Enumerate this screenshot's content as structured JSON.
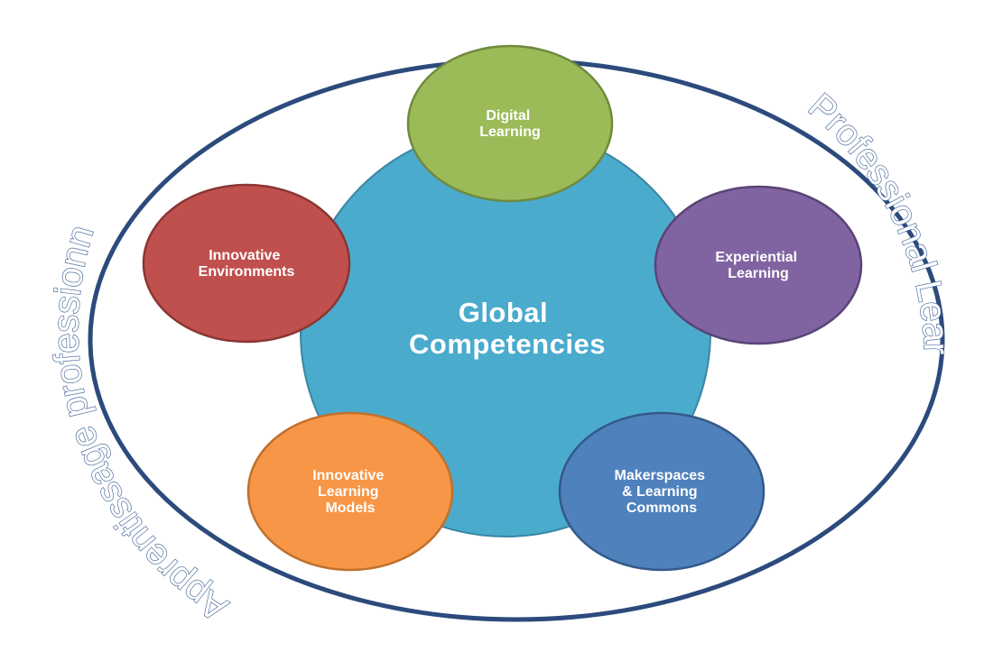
{
  "center": {
    "lines": [
      "Global",
      "Competencies"
    ],
    "color": "#4aabcd"
  },
  "satellites": [
    {
      "id": "digital-learning",
      "lines": [
        "Digital",
        "Learning"
      ],
      "color": "#9bbb59"
    },
    {
      "id": "experiential-learning",
      "lines": [
        "Experiential",
        "Learning"
      ],
      "color": "#8064a2"
    },
    {
      "id": "makerspaces-learning-commons",
      "lines": [
        "Makerspaces",
        "& Learning",
        "Commons"
      ],
      "color": "#4f81bd"
    },
    {
      "id": "innovative-learning-models",
      "lines": [
        "Innovative",
        "Learning",
        "Models"
      ],
      "color": "#f79646"
    },
    {
      "id": "innovative-environments",
      "lines": [
        "Innovative",
        "Environments"
      ],
      "color": "#c0504d"
    }
  ],
  "outer_ring": {
    "color": "#2c4a7c"
  },
  "arc_labels": {
    "left": "Apprentissage professionnel",
    "right": "Professional Learning"
  }
}
